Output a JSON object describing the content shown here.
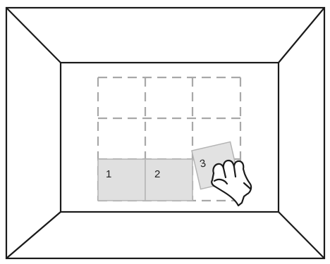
{
  "tiles": [
    {
      "label": "1",
      "state": "placed"
    },
    {
      "label": "2",
      "state": "placed"
    },
    {
      "label": "3",
      "state": "dragging"
    }
  ],
  "grid": {
    "rows": 3,
    "cols": 3
  },
  "colors": {
    "outline": "#1a1a1a",
    "dashed_slot": "#a8a8a8",
    "tile_fill": "#e0e0e0",
    "tile_stroke": "#b4b4b4",
    "hand_fill": "#ffffff"
  },
  "icons": {
    "drag_cursor": "hand-grab-icon"
  }
}
